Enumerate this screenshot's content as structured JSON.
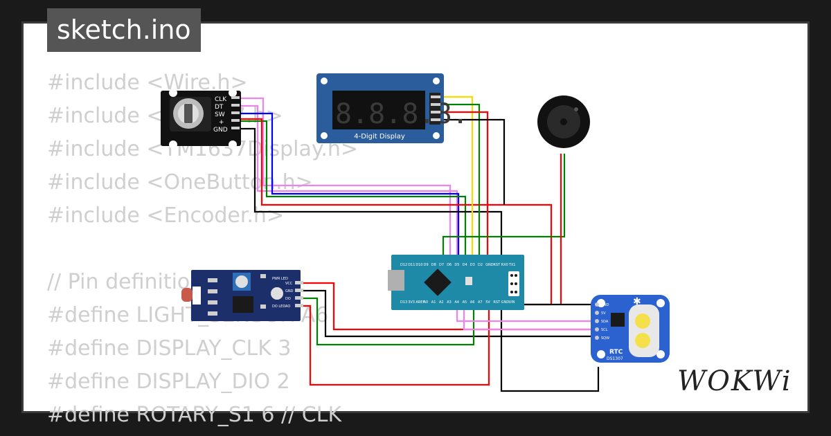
{
  "title": "sketch.ino",
  "code_lines": [
    "#include <Wire.h>",
    "#include <DS1307.h>",
    "#include <TM1637Display.h>",
    "#include <OneButton.h>",
    "#include <Encoder.h>",
    "",
    "// Pin definitions",
    "#define LIGHT_SENSOR A6",
    "#define DISPLAY_CLK 3",
    "#define DISPLAY_DIO 2",
    "#define ROTARY_S1 6 // CLK"
  ],
  "logo": "WOKWi",
  "encoder": {
    "pins": [
      "CLK",
      "DT",
      "SW",
      "+",
      "GND"
    ]
  },
  "display": {
    "label": "4-Digit Display",
    "digits": "8.8.8.8."
  },
  "ldr": {
    "pins": [
      "VCC",
      "GND",
      "DO",
      "AO"
    ],
    "leds": [
      "PWR LED",
      "DO LED"
    ]
  },
  "nano": {
    "top_pins": [
      "D12",
      "D11",
      "D10",
      "D9",
      "D8",
      "D7",
      "D6",
      "D5",
      "D4",
      "D3",
      "D2",
      "GND",
      "RST",
      "RX0",
      "TX1"
    ],
    "bottom_pins": [
      "D13",
      "3V3",
      "AREF",
      "A0",
      "A1",
      "A2",
      "A3",
      "A4",
      "A5",
      "A6",
      "A7",
      "5V",
      "RST",
      "GND",
      "VIN"
    ]
  },
  "rtc": {
    "label": "RTC",
    "chip": "DS1307",
    "pins": [
      "GND",
      "5V",
      "SDA",
      "SCL",
      "SQW"
    ]
  },
  "wire_colors": {
    "violet": "#ee82ee",
    "blue": "#0000ff",
    "green": "#008000",
    "red": "#ff0000",
    "black": "#000000",
    "yellow": "#ffd700"
  }
}
